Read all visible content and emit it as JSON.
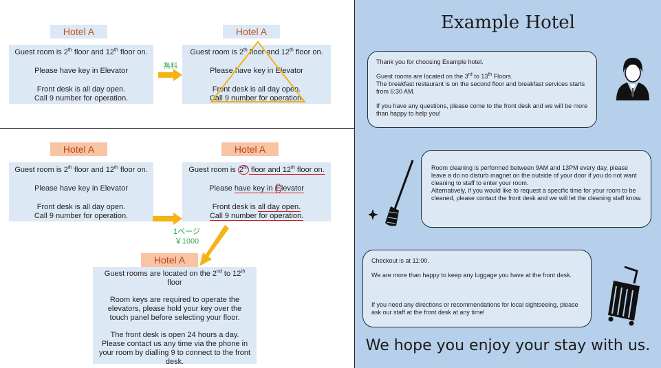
{
  "top_left": {
    "title_left": "Hotel A",
    "title_right": "Hotel A",
    "arrow_label": "無料",
    "panel_lines": {
      "line1_pre": "Guest room is 2",
      "line1_sup1": "th",
      "line1_mid": " floor and 12",
      "line1_sup2": "th",
      "line1_post": " floor on.",
      "line2": "Please have key in Elevator",
      "line3": "Front desk is all day open.",
      "line4": "Call 9 number for operation."
    }
  },
  "bottom_left": {
    "title_left": "Hotel A",
    "title_right": "Hotel A",
    "price_label_1": "1ページ",
    "price_label_2": "￥1000",
    "panel_lines": {
      "line1_pre": "Guest room is 2",
      "line1_sup1": "th",
      "line1_mid": " floor and 12",
      "line1_sup2": "th",
      "line1_post": " floor on.",
      "line2": "Please have key in Elevator",
      "line3": "Front desk is all day open.",
      "line4": "Call 9 number for operation."
    },
    "right_panel": {
      "l1a": "Guest room is ",
      "l1b": "2",
      "l1c": "th",
      "l1d": " floor and 12",
      "l1e": "th",
      "l1f": " floor on.",
      "l2a": "Please ",
      "l2b": "have key in ",
      "l2c": "E",
      "l2d": "levator",
      "l3a": "Front desk is ",
      "l3b": "all day open.",
      "l4a": "Call 9 number",
      "l4b": " for operation."
    },
    "result": {
      "title": "Hotel A",
      "p1_pre": "Guest rooms are located on the 2",
      "p1_sup1": "nd",
      "p1_mid": " to 12",
      "p1_sup2": "th",
      "p1_post": " floor",
      "p2": "Room keys are required to operate the elevators, please hold your key over the touch panel before selecting your floor.",
      "p3": "The front desk is open 24 hours a day. Please contact us any time via the phone in your room by dialling 9 to connect to the front desk."
    }
  },
  "right": {
    "title": "Example Hotel",
    "bubble1": {
      "p1": "Thank you for choosing Example hotel.",
      "p2_pre": "Guest rooms are located on the 3",
      "p2_sup1": "rd",
      "p2_mid": " to 13",
      "p2_sup2": "th",
      "p2_post": " Floors.",
      "p3": "The breakfast restaurant is on the second floor and breakfast services starts from 6:30 AM.",
      "p4": "If you have any questions, please come to the front desk and we will be more than happy to help you!"
    },
    "bubble2": {
      "p1": "Room cleaning is performed between 9AM and 13PM every day, please leave a do no disturb magnet on the outside of your door if you do not want cleaning to staff to enter your room.",
      "p2": "Alternatively, if you would like to request a specific time for your room to be cleaned, please contact the front desk and we will let the cleaning staff know."
    },
    "bubble3": {
      "p1": "Checkout is at 11:00.",
      "p2": "We are more than happy to keep any luggage you have at the front desk.",
      "p3": "If you need any directions or recommendations for local sightseeing, please ask our staff at the front desk at any time!"
    },
    "footer": "We hope you enjoy your stay with us."
  },
  "colors": {
    "panel_bg": "#dde8f5",
    "right_bg": "#b6cfea",
    "arrow": "#f5b316",
    "peach": "#f8c4a4",
    "green_label": "#2ea84a",
    "red_mark": "#d41c1c"
  }
}
